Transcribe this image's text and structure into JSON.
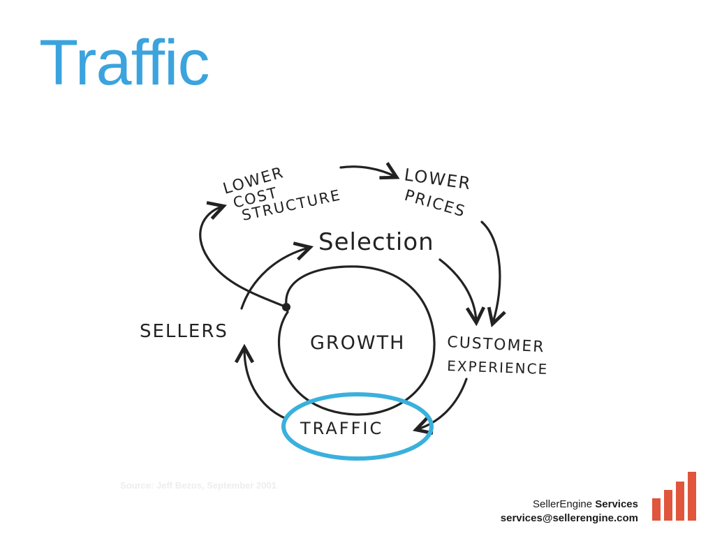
{
  "slide": {
    "title": "Traffic"
  },
  "diagram": {
    "labels": {
      "lower_cost_structure_1": "LOWER",
      "lower_cost_structure_2": "COST",
      "lower_cost_structure_3": "STRUCTURE",
      "lower_prices_1": "LOWER",
      "lower_prices_2": "PRICES",
      "selection": "Selection",
      "sellers": "SELLERS",
      "growth": "GROWTH",
      "customer_experience_1": "CUSTOMER",
      "customer_experience_2": "EXPERIENCE",
      "traffic": "TRAFFIC"
    },
    "highlight_color": "#3ab0dd"
  },
  "source": "Source: Jeff Bezos, September 2001",
  "footer": {
    "brand_regular": "SellerEngine ",
    "brand_bold": "Services",
    "email": "services@sellerengine.com"
  },
  "colors": {
    "title": "#3ba3dd",
    "logo": "#e0553c"
  }
}
